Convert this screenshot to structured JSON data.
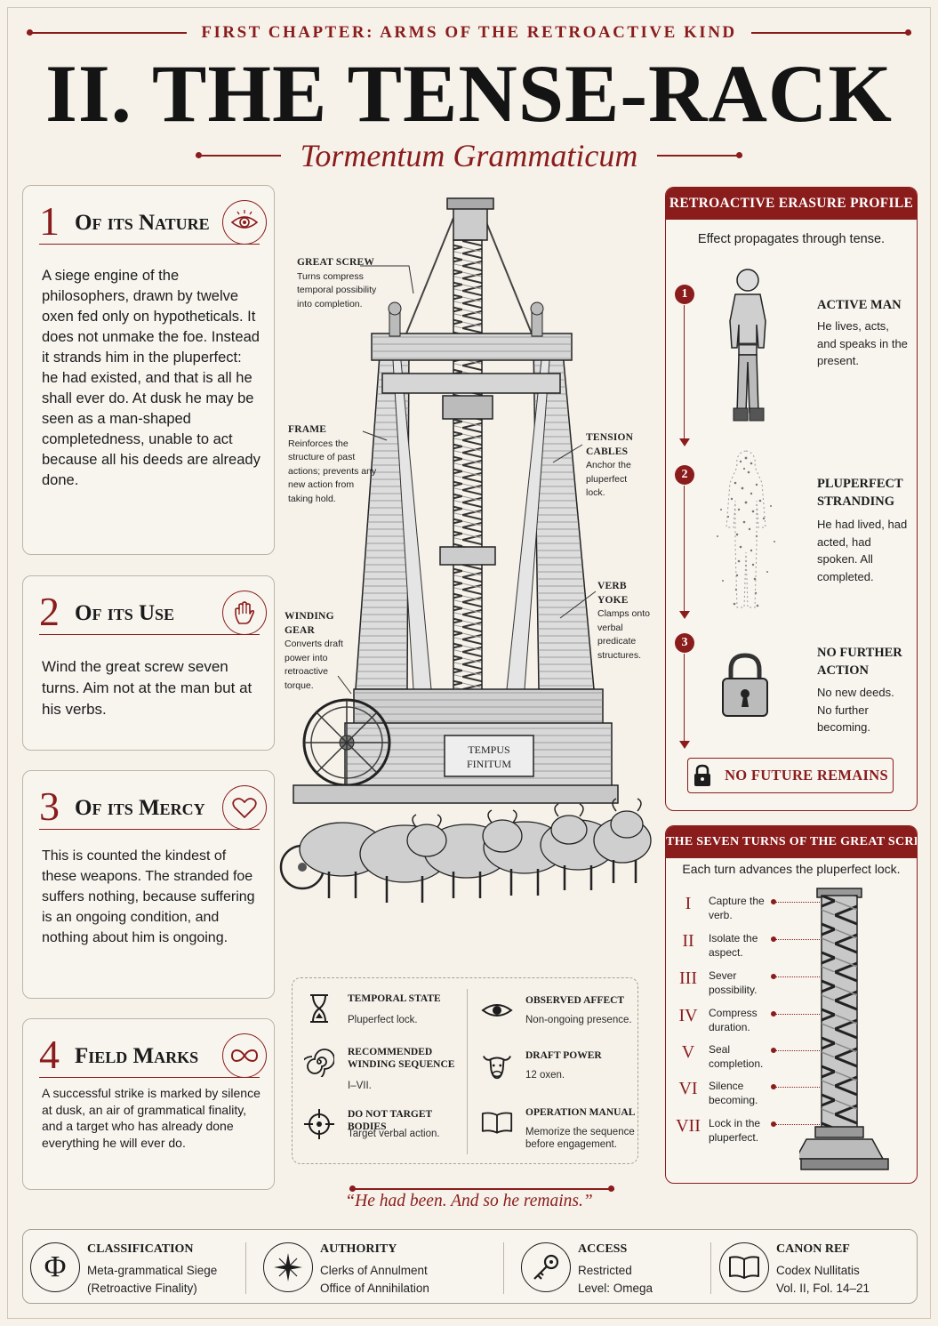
{
  "header": {
    "chapter": "FIRST CHAPTER: ARMS OF THE RETROACTIVE KIND",
    "title": "II. THE TENSE-RACK",
    "subtitle": "Tormentum Grammaticum"
  },
  "sections": [
    {
      "num": "1",
      "title": "Of its Nature",
      "icon": "eye-icon",
      "text": "A siege engine of the philosophers, drawn by twelve oxen fed only on hypotheticals. It does not unmake the foe. Instead it strands him in the pluperfect: he had existed, and that is all he shall ever do. At dusk he may be seen as a man-shaped completedness, unable to act because all his deeds are already done."
    },
    {
      "num": "2",
      "title": "Of its Use",
      "icon": "hand-icon",
      "text": "Wind the great screw seven turns. Aim not at the man but at his verbs."
    },
    {
      "num": "3",
      "title": "Of its Mercy",
      "icon": "heart-icon",
      "text": "This is counted the kindest of these weapons. The stranded foe suffers nothing, because suffering is an ongoing condition, and nothing about him is ongoing."
    },
    {
      "num": "4",
      "title": "Field Marks",
      "icon": "infinity-icon",
      "text": "A successful strike is marked by silence at dusk, an air of grammatical finality, and a target who has already done everything he will ever do."
    }
  ],
  "machine": {
    "plaque_line1": "TEMPUS",
    "plaque_line2": "FINITUM",
    "callouts": [
      {
        "title": "GREAT SCREW",
        "text": "Turns compress temporal possibility into completion."
      },
      {
        "title": "FRAME",
        "text": "Reinforces the structure of past actions; prevents any new action from taking hold."
      },
      {
        "title": "TENSION CABLES",
        "text": "Anchor the pluperfect lock."
      },
      {
        "title": "VERB YOKE",
        "text": "Clamps onto verbal predicate structures."
      },
      {
        "title": "WINDING GEAR",
        "text": "Converts draft power into retroactive torque."
      }
    ]
  },
  "info": [
    {
      "icon": "hourglass-icon",
      "title": "TEMPORAL STATE",
      "value": "Pluperfect lock."
    },
    {
      "icon": "eye-icon",
      "title": "OBSERVED AFFECT",
      "value": "Non-ongoing presence."
    },
    {
      "icon": "spiral-icon",
      "title": "RECOMMENDED WINDING SEQUENCE",
      "value": "I–VII."
    },
    {
      "icon": "ox-icon",
      "title": "DRAFT POWER",
      "value": "12 oxen."
    },
    {
      "icon": "crosshair-icon",
      "title": "DO NOT TARGET BODIES",
      "value": "Target verbal action."
    },
    {
      "icon": "book-icon",
      "title": "OPERATION MANUAL",
      "value": "Memorize the sequence before engagement."
    }
  ],
  "quote": "“He had been. And so he remains.”",
  "profile": {
    "title": "RETROACTIVE ERASURE PROFILE",
    "subtitle": "Effect propagates through tense.",
    "steps": [
      {
        "num": "1",
        "title": "ACTIVE MAN",
        "text": "He lives, acts, and speaks in the present."
      },
      {
        "num": "2",
        "title": "PLUPERFECT STRANDING",
        "text": "He had lived, had acted, had spoken. All completed."
      },
      {
        "num": "3",
        "title": "NO FURTHER ACTION",
        "text": "No new deeds. No further becoming."
      }
    ],
    "banner": "NO FUTURE REMAINS"
  },
  "turns": {
    "title": "THE SEVEN TURNS OF THE GREAT SCREW",
    "subtitle": "Each turn advances the pluperfect lock.",
    "items": [
      {
        "roman": "I",
        "text": "Capture the verb."
      },
      {
        "roman": "II",
        "text": "Isolate the aspect."
      },
      {
        "roman": "III",
        "text": "Sever possibility."
      },
      {
        "roman": "IV",
        "text": "Compress duration."
      },
      {
        "roman": "V",
        "text": "Seal completion."
      },
      {
        "roman": "VI",
        "text": "Silence becoming."
      },
      {
        "roman": "VII",
        "text": "Lock in the pluperfect."
      }
    ]
  },
  "footer": [
    {
      "icon": "phi-icon",
      "title": "CLASSIFICATION",
      "line1": "Meta-grammatical Siege",
      "line2": "(Retroactive Finality)"
    },
    {
      "icon": "star-icon",
      "title": "AUTHORITY",
      "line1": "Clerks of Annulment",
      "line2": "Office of Annihilation"
    },
    {
      "icon": "key-icon",
      "title": "ACCESS",
      "line1": "Restricted",
      "line2": "Level: Omega"
    },
    {
      "icon": "book-icon",
      "title": "CANON REF",
      "line1": "Codex Nullitatis",
      "line2": "Vol. II, Fol. 14–21"
    }
  ],
  "colors": {
    "accent": "#8a1c1c",
    "paper": "#f6f2ea",
    "ink": "#1c1c1c"
  }
}
